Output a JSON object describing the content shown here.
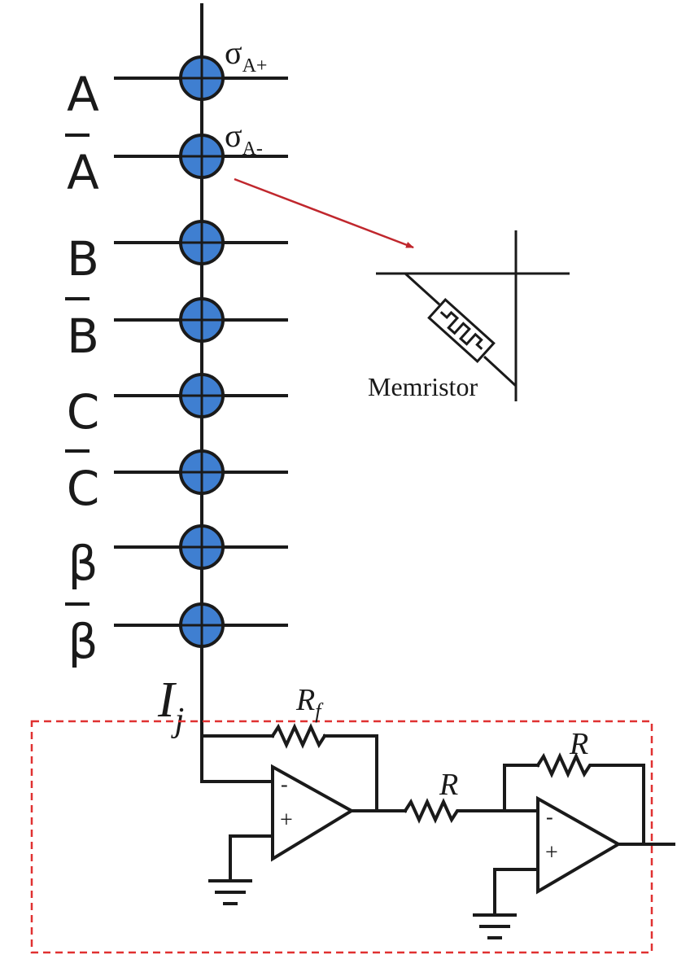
{
  "inputs": [
    {
      "label": "A",
      "bar": false
    },
    {
      "label": "A",
      "bar": true
    },
    {
      "label": "B",
      "bar": false
    },
    {
      "label": "B",
      "bar": true
    },
    {
      "label": "C",
      "bar": false
    },
    {
      "label": "C",
      "bar": true
    },
    {
      "label": "β",
      "bar": false
    },
    {
      "label": "β",
      "bar": true
    }
  ],
  "conductances": [
    {
      "symbol": "σ",
      "sub": "A+"
    },
    {
      "symbol": "σ",
      "sub": "A-"
    }
  ],
  "memristor_label": "Memristor",
  "current": {
    "symbol": "I",
    "sub": "j"
  },
  "feedback_resistor": {
    "symbol": "R",
    "sub": "f"
  },
  "resistor_label": "R",
  "feedback_resistor_2": "R",
  "opamp_1": {
    "minus": "-",
    "plus": "+"
  },
  "opamp_2": {
    "minus": "-",
    "plus": "+"
  },
  "colors": {
    "node_fill": "#3f7fd1",
    "arrow": "#c0272d",
    "dashed_box": "#e03131",
    "wire": "#1a1a1a"
  }
}
